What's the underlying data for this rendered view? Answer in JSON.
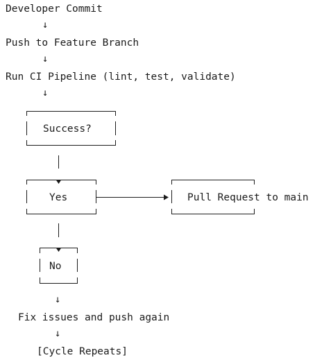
{
  "steps": {
    "commit": "Developer Commit",
    "push": "Push to Feature Branch",
    "ci": "Run CI Pipeline (lint, test, validate)",
    "fix": "Fix issues and push again",
    "cycle": "[Cycle Repeats]"
  },
  "decision": {
    "success": "Success?",
    "yes": "Yes",
    "no": "No",
    "pr": "Pull Request to main"
  },
  "glyphs": {
    "down_arrow": "↓"
  }
}
